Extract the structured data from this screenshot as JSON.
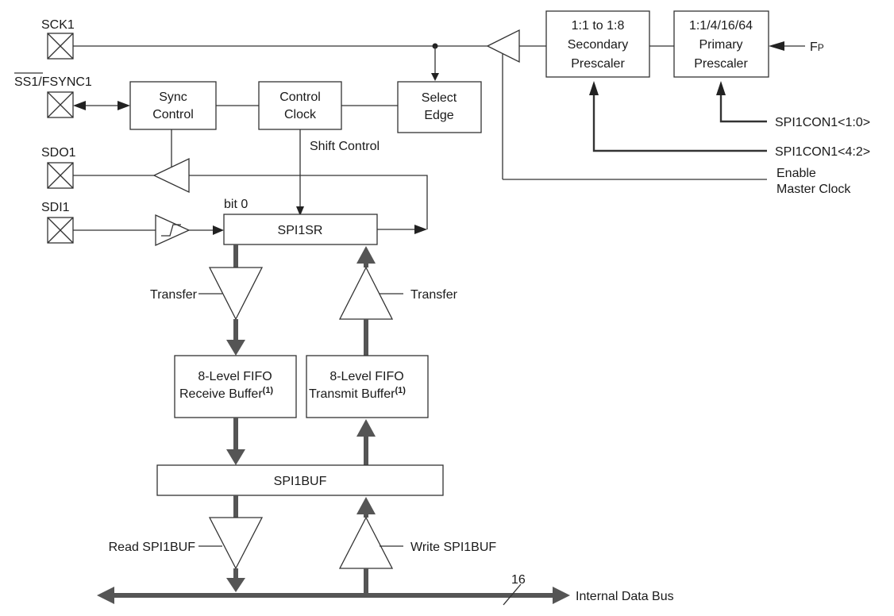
{
  "pins": {
    "sck1": "SCK1",
    "ss1": "SS1",
    "fsync1": "/FSYNC1",
    "sdo1": "SDO1",
    "sdi1": "SDI1"
  },
  "blocks": {
    "sync_control": [
      "Sync",
      "Control"
    ],
    "control_clock": [
      "Control",
      "Clock"
    ],
    "select_edge": [
      "Select",
      "Edge"
    ],
    "secondary_prescaler": [
      "1:1 to 1:8",
      "Secondary",
      "Prescaler"
    ],
    "primary_prescaler": [
      "1:1/4/16/64",
      "Primary",
      "Prescaler"
    ],
    "shift_register": "SPI1SR",
    "receive_buffer": [
      "8-Level FIFO",
      "Receive Buffer",
      "(1)"
    ],
    "transmit_buffer": [
      "8-Level FIFO",
      "Transmit Buffer",
      "(1)"
    ],
    "buffer_register": "SPI1BUF"
  },
  "signals": {
    "fp": "F",
    "fp_sub": "P",
    "spi1con1_low": "SPI1CON1<1:0>",
    "spi1con1_high": "SPI1CON1<4:2>",
    "enable_master_clock": [
      "Enable",
      "Master Clock"
    ],
    "shift_control": "Shift Control",
    "bit0": "bit 0",
    "transfer_left": "Transfer",
    "transfer_right": "Transfer",
    "read_spi1buf": "Read SPI1BUF",
    "write_spi1buf": "Write SPI1BUF",
    "bus_width": "16",
    "internal_data_bus": "Internal Data Bus"
  }
}
